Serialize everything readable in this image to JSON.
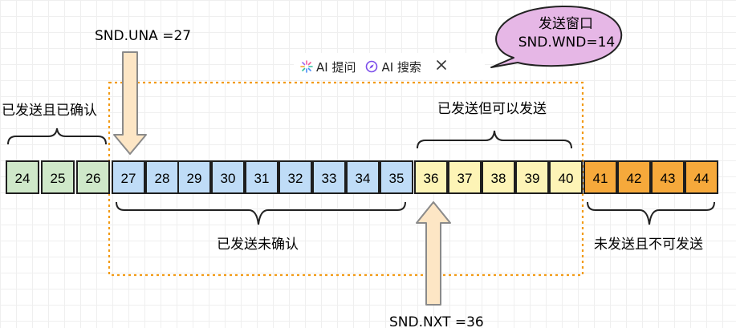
{
  "toolbar": {
    "ai_ask_label": "AI 提问",
    "ai_search_label": "AI 搜索",
    "ai_ask_icon": "sparkle-icon",
    "ai_search_icon": "compass-icon",
    "close_icon": "close-icon"
  },
  "labels": {
    "snd_una": "SND.UNA =27",
    "snd_nxt": "SND.NXT =36",
    "acked": "已发送且已确认",
    "sent_unacked": "已发送未确认",
    "sendable": "已发送但可以发送",
    "not_sendable": "未发送且不可发送",
    "window_title": "发送窗口",
    "window_size": "SND.WND=14"
  },
  "sequence": [
    {
      "n": "24",
      "state": "acked"
    },
    {
      "n": "25",
      "state": "acked"
    },
    {
      "n": "26",
      "state": "acked"
    },
    {
      "n": "27",
      "state": "sent"
    },
    {
      "n": "28",
      "state": "sent"
    },
    {
      "n": "29",
      "state": "sent"
    },
    {
      "n": "30",
      "state": "sent"
    },
    {
      "n": "31",
      "state": "sent"
    },
    {
      "n": "32",
      "state": "sent"
    },
    {
      "n": "33",
      "state": "sent"
    },
    {
      "n": "34",
      "state": "sent"
    },
    {
      "n": "35",
      "state": "sent"
    },
    {
      "n": "36",
      "state": "usable"
    },
    {
      "n": "37",
      "state": "usable"
    },
    {
      "n": "38",
      "state": "usable"
    },
    {
      "n": "39",
      "state": "usable"
    },
    {
      "n": "40",
      "state": "usable"
    },
    {
      "n": "41",
      "state": "blocked"
    },
    {
      "n": "42",
      "state": "blocked"
    },
    {
      "n": "43",
      "state": "blocked"
    },
    {
      "n": "44",
      "state": "blocked"
    }
  ],
  "colors": {
    "acked": "#cfe8c9",
    "sent": "#bfdcf7",
    "usable": "#fdf4b6",
    "blocked": "#f6a93b",
    "window_border": "#f29b16",
    "arrow_fill": "#fde6c5",
    "arrow_stroke": "#8a8a8a",
    "bubble_fill": "#e6b7e6",
    "bubble_stroke": "#222222"
  }
}
